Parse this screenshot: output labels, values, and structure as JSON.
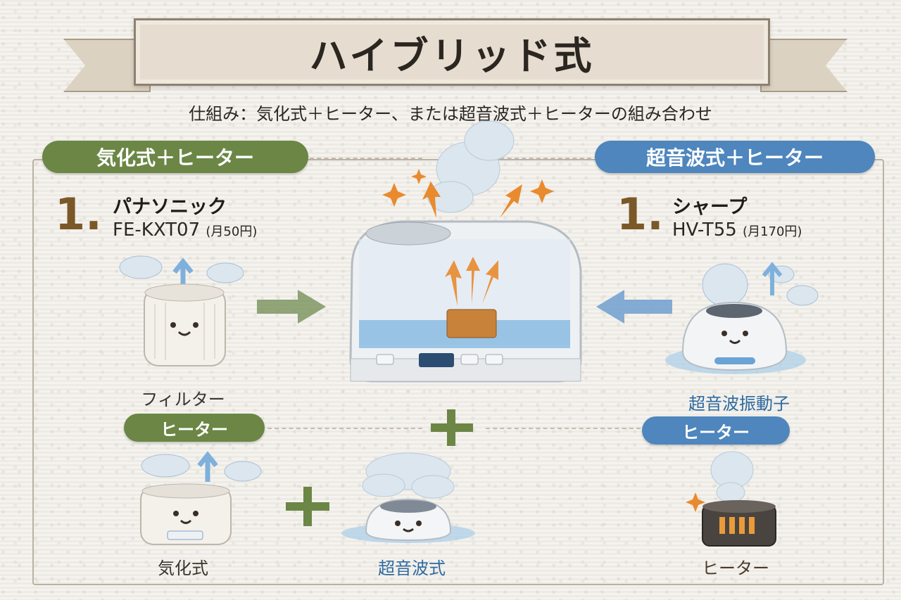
{
  "title": "ハイブリッド式",
  "subtitle": "仕組み：気化式＋ヒーター、または超音波式＋ヒーターの組み合わせ",
  "left_panel": {
    "header": "気化式＋ヒーター",
    "rank": "1.",
    "brand": "パナソニック",
    "model": "FE-KXT07",
    "cost": "(月50円)",
    "component_label": "フィルター",
    "heater_tag": "ヒーター",
    "bottom_left_label": "気化式",
    "bottom_mid_label": "超音波式"
  },
  "right_panel": {
    "header": "超音波式＋ヒーター",
    "rank": "1.",
    "brand": "シャープ",
    "model": "HV-T55",
    "cost": "(月170円)",
    "component_label": "超音波振動子",
    "heater_tag": "ヒーター",
    "bottom_label": "ヒーター"
  },
  "colors": {
    "green": "#6b8645",
    "blue": "#4e86bd",
    "rank_brown": "#7a5828",
    "steam": "#dbe6ef",
    "water": "#7fb6e0",
    "heater_orange": "#e98a2e"
  },
  "icons": [
    "arrow-right-icon",
    "arrow-left-icon",
    "plus-icon",
    "steam-cloud-icon",
    "sparkle-icon",
    "up-arrow-icon"
  ]
}
